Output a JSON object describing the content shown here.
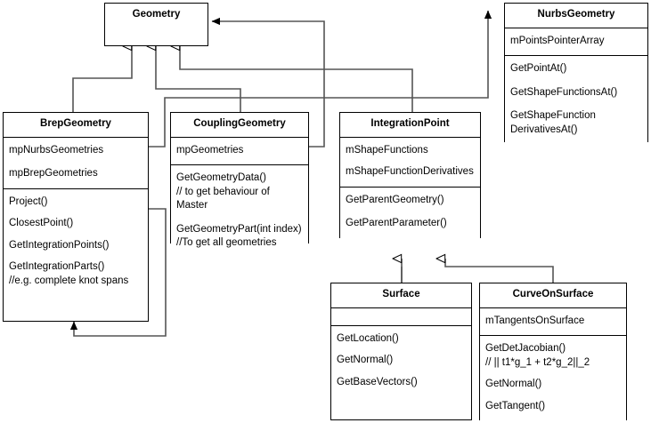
{
  "diagram": {
    "title": "Geometry class hierarchy UML diagram",
    "line_color": "#555555",
    "solid_line_color": "#000000",
    "box_border_color": "#000000",
    "background": "#ffffff"
  },
  "classes": {
    "geometry": {
      "name": "Geometry",
      "attributes": [],
      "operations": []
    },
    "nurbs_geometry": {
      "name": "NurbsGeometry",
      "attributes": [
        "mPointsPointerArray"
      ],
      "operations": [
        "GetPointAt()",
        "GetShapeFunctionsAt()",
        "GetShapeFunction\nDerivativesAt()"
      ]
    },
    "brep_geometry": {
      "name": "BrepGeometry",
      "attributes": [
        "mpNurbsGeometries",
        "mpBrepGeometries"
      ],
      "operations": [
        "Project()",
        "ClosestPoint()",
        "GetIntegrationPoints()",
        "GetIntegrationParts()\n//e.g. complete knot spans"
      ]
    },
    "coupling_geometry": {
      "name": "CouplingGeometry",
      "attributes": [
        "mpGeometries"
      ],
      "operations": [
        "GetGeometryData()\n// to get behaviour of Master",
        "GetGeometryPart(int index)\n//To get all geometries"
      ]
    },
    "integration_point": {
      "name": "IntegrationPoint",
      "attributes": [
        "mShapeFunctions",
        "mShapeFunctionDerivatives"
      ],
      "operations": [
        "GetParentGeometry()",
        "GetParentParameter()"
      ]
    },
    "surface": {
      "name": "Surface",
      "attributes": [],
      "operations": [
        "GetLocation()",
        "GetNormal()",
        "GetBaseVectors()"
      ]
    },
    "curve_on_surface": {
      "name": "CurveOnSurface",
      "attributes": [
        "mTangentsOnSurface"
      ],
      "operations": [
        "GetDetJacobian()\n// || t1*g_1 + t2*g_2||_2",
        "GetNormal()",
        "GetTangent()"
      ]
    }
  },
  "relationships": [
    {
      "from": "BrepGeometry",
      "to": "Geometry",
      "type": "generalization"
    },
    {
      "from": "CouplingGeometry",
      "to": "Geometry",
      "type": "generalization"
    },
    {
      "from": "IntegrationPoint",
      "to": "Geometry",
      "type": "generalization"
    },
    {
      "from": "NurbsGeometry",
      "to": "Geometry",
      "type": "association"
    },
    {
      "from": "BrepGeometry",
      "to": "NurbsGeometry",
      "type": "association"
    },
    {
      "from": "CouplingGeometry",
      "to": "BrepGeometry",
      "type": "association"
    },
    {
      "from": "Surface",
      "to": "IntegrationPoint",
      "type": "generalization"
    },
    {
      "from": "CurveOnSurface",
      "to": "IntegrationPoint",
      "type": "generalization"
    }
  ]
}
